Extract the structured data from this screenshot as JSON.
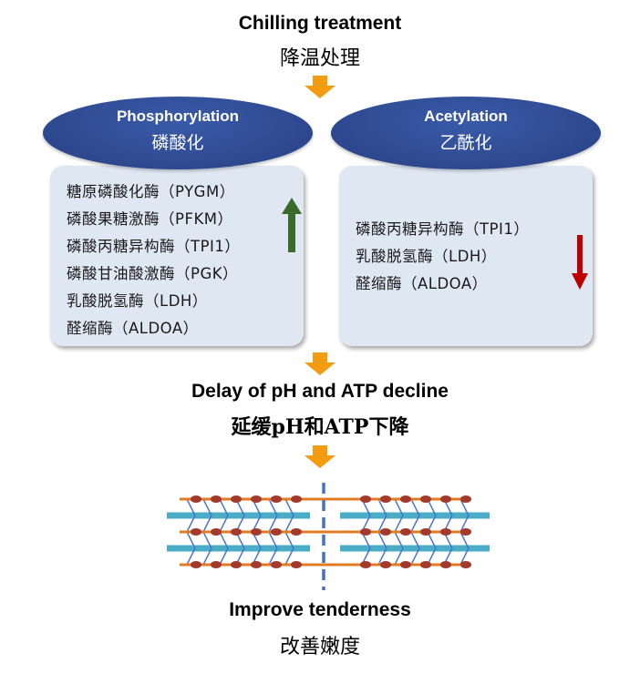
{
  "header": {
    "title_en": "Chilling treatment",
    "title_cn": "降温处理"
  },
  "phosphorylation": {
    "title_en": "Phosphorylation",
    "title_cn": "磷酸化",
    "items": [
      "糖原磷酸化酶（PYGM）",
      "磷酸果糖激酶（PFKM）",
      "磷酸丙糖异构酶（TPI1）",
      "磷酸甘油酸激酶（PGK）",
      "乳酸脱氢酶（LDH）",
      "醛缩酶（ALDOA）"
    ],
    "trend": "up",
    "trend_color": "#3a6b2a"
  },
  "acetylation": {
    "title_en": "Acetylation",
    "title_cn": "乙酰化",
    "items": [
      "磷酸丙糖异构酶（TPI1）",
      "乳酸脱氢酶（LDH）",
      "醛缩酶（ALDOA）"
    ],
    "trend": "down",
    "trend_color": "#c00000"
  },
  "middle": {
    "title_en": "Delay of pH and ATP decline",
    "title_cn": "延缓pH和ATP下降"
  },
  "result": {
    "title_en": "Improve tenderness",
    "title_cn": "改善嫩度"
  },
  "colors": {
    "ellipse": "#2f4b93",
    "box": "#dfe7f3",
    "arrow": "#f39c12",
    "thick_filament": "#e07b22",
    "thin_filament": "#4bacc6",
    "myosin_head": "#a33a2e",
    "z_line": "#4472c4"
  }
}
